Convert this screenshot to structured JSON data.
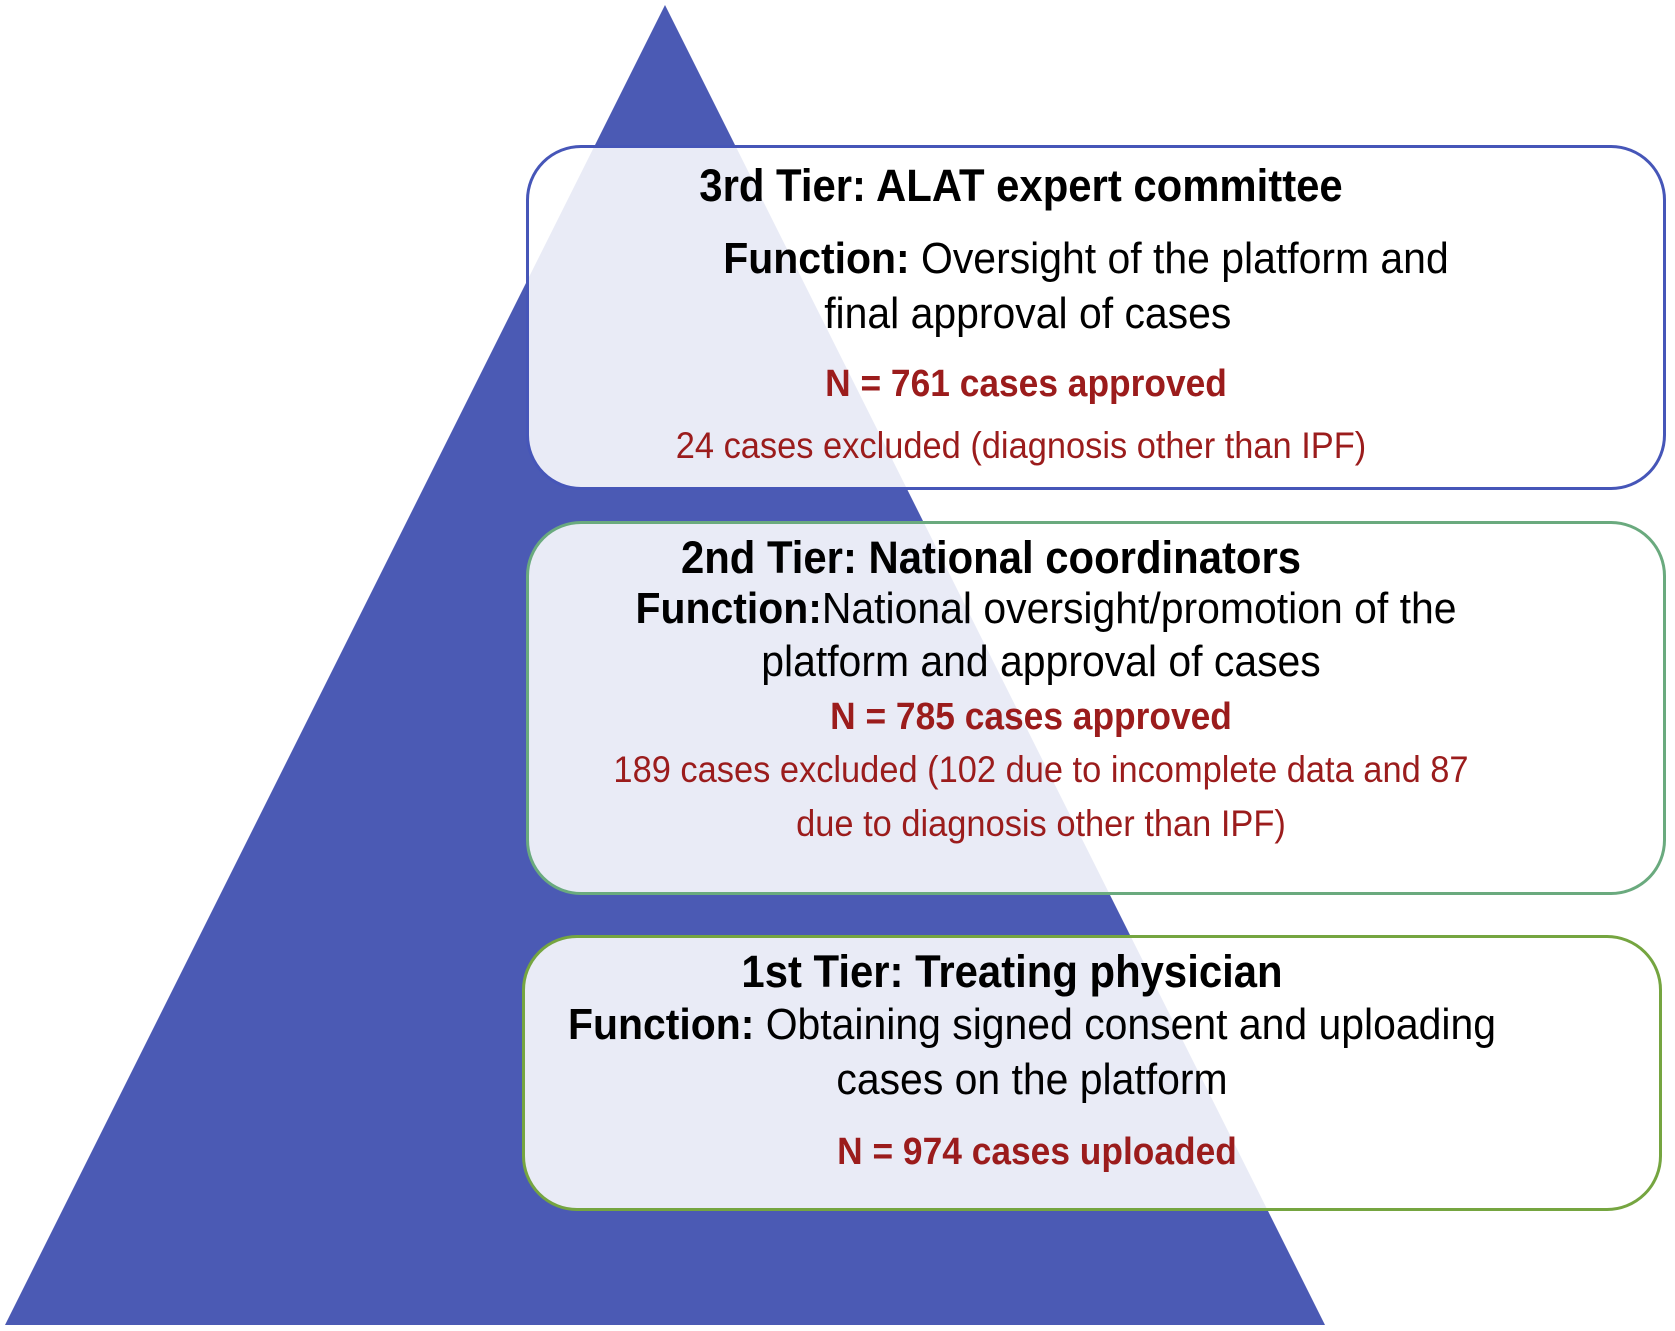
{
  "colors": {
    "pyramid": "#4b5ab4",
    "tier3_border": "#4656b8",
    "tier2_border": "#6aaa7e",
    "tier1_border": "#75a540",
    "count_text": "#9b1c1c"
  },
  "tiers": [
    {
      "id": "tier-3",
      "title": "3rd Tier: ALAT expert committee",
      "function_label": "Function:",
      "function_line1": " Oversight of the platform and",
      "function_line2": "final approval of cases",
      "count": "N = 761 cases approved",
      "excluded_line1": "24 cases excluded (diagnosis other than IPF)"
    },
    {
      "id": "tier-2",
      "title": "2nd Tier: National coordinators",
      "function_label": "Function:",
      "function_line1": "National oversight/promotion of the",
      "function_line2": "platform and approval of cases",
      "count": "N = 785 cases approved",
      "excluded_line1": "189 cases excluded (102 due to incomplete data and 87",
      "excluded_line2": "due to diagnosis other than IPF)"
    },
    {
      "id": "tier-1",
      "title": "1st Tier: Treating physician",
      "function_label": "Function:",
      "function_line1": " Obtaining signed consent and uploading",
      "function_line2": "cases on the platform",
      "count": "N = 974 cases uploaded"
    }
  ]
}
